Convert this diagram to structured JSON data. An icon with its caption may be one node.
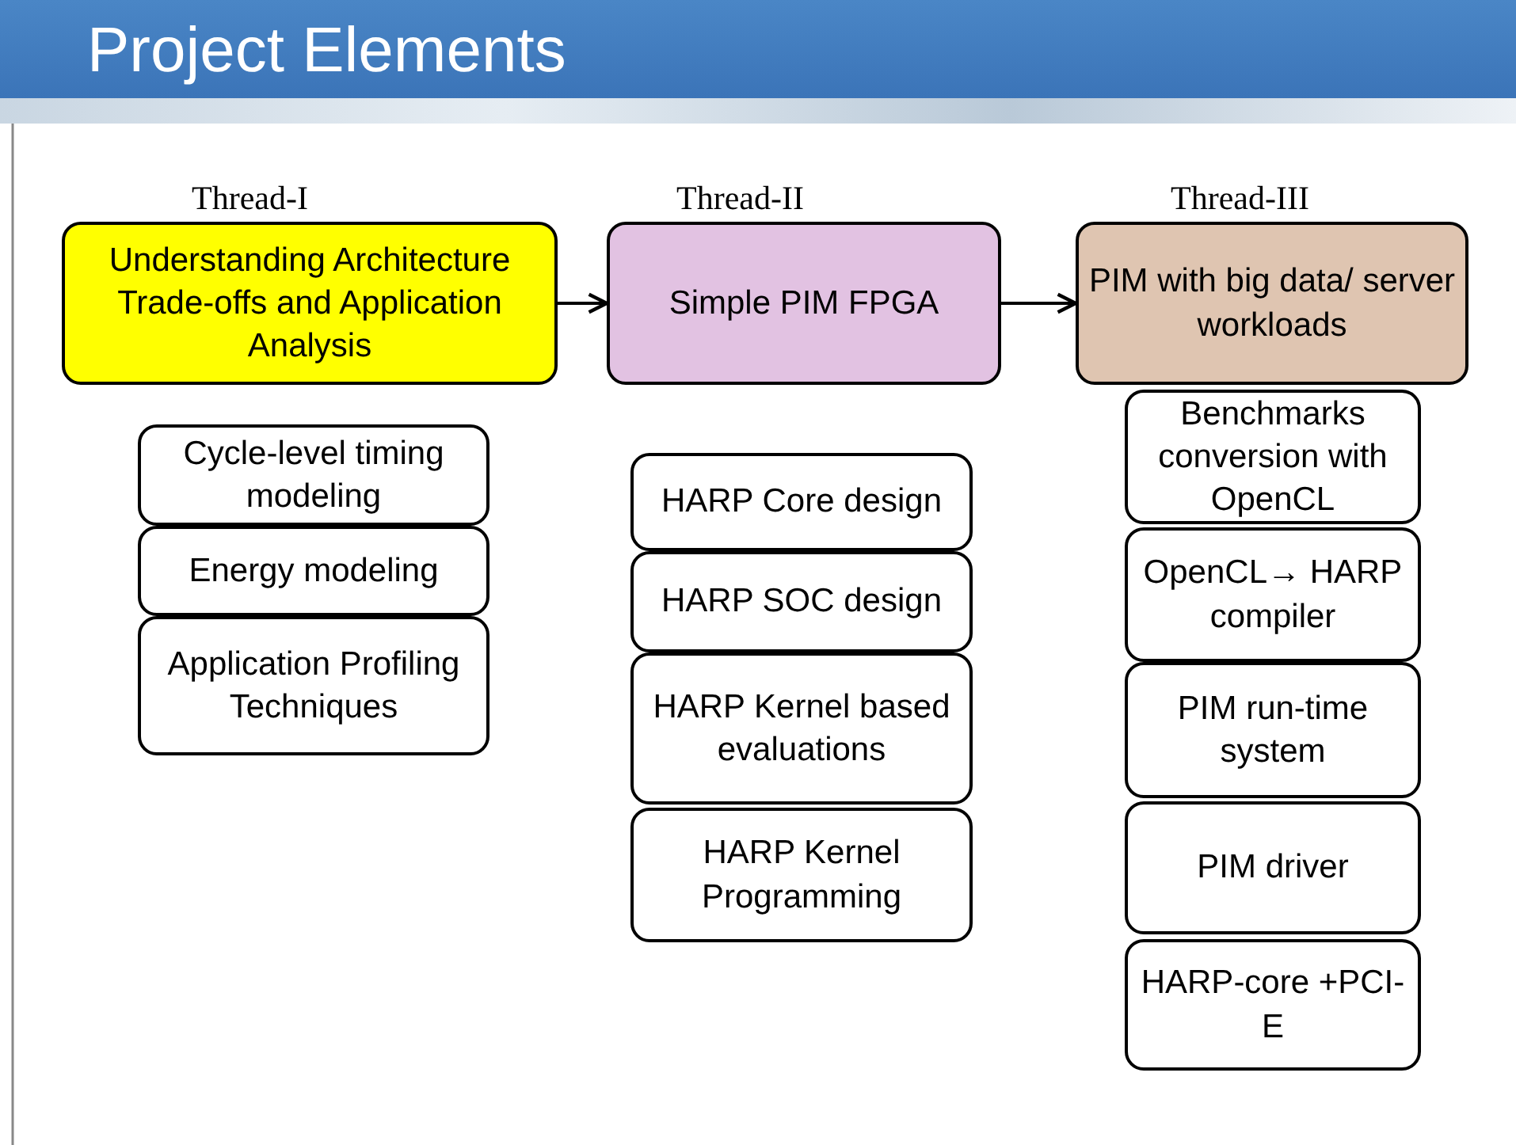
{
  "diagram": {
    "title": "Project Elements",
    "nodes": [
      {
        "text": [
          "Thread-I",
          "Understanding Architecture Trade-offs and Application Analysis"
        ]
      },
      {
        "text": [
          "Thread-II",
          "Simple PIM FPGA"
        ]
      },
      {
        "text": [
          "Thread-III",
          "PIM with big data/ server workloads"
        ]
      },
      {
        "text": [
          "Cycle-level timing modeling"
        ]
      },
      {
        "text": [
          "Energy modeling"
        ]
      },
      {
        "text": [
          "Application Profiling Techniques"
        ]
      },
      {
        "text": [
          "HARP Core design"
        ]
      },
      {
        "text": [
          "HARP SOC design"
        ]
      },
      {
        "text": [
          "HARP Kernel based evaluations"
        ]
      },
      {
        "text": [
          "HARP Kernel Programming"
        ]
      },
      {
        "text": [
          "Benchmarks conversion with OpenCL"
        ]
      },
      {
        "text": [
          "OpenCL→ HARP compiler"
        ]
      },
      {
        "text": [
          "PIM run-time system"
        ]
      },
      {
        "text": [
          "PIM driver"
        ]
      },
      {
        "text": [
          "HARP-core +PCI-E"
        ]
      }
    ],
    "edges": [
      {
        "from": 0,
        "to": 1,
        "arrow": "to"
      },
      {
        "from": 1,
        "to": 2,
        "arrow": "to"
      }
    ]
  }
}
